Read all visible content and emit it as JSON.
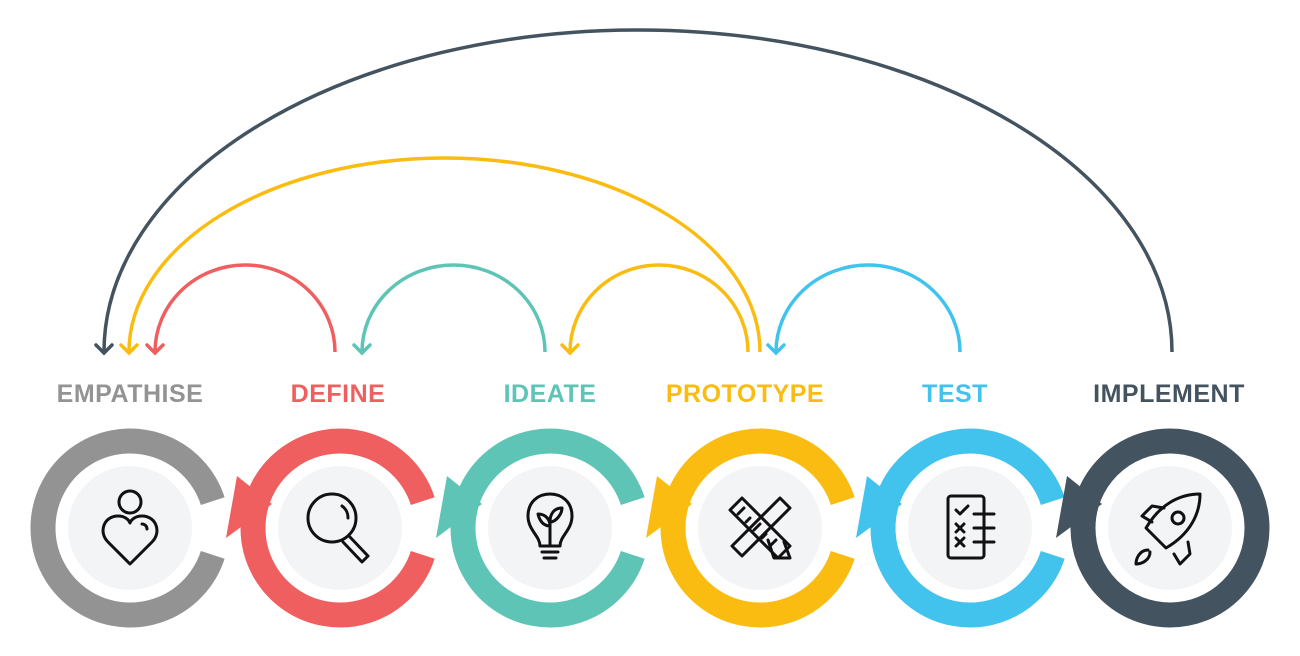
{
  "stages": [
    {
      "label": "EMPATHISE",
      "color": "#939393",
      "icon": "person-heart-icon"
    },
    {
      "label": "DEFINE",
      "color": "#F05F5F",
      "icon": "magnifier-icon"
    },
    {
      "label": "IDEATE",
      "color": "#5EC4B6",
      "icon": "lightbulb-sprout-icon"
    },
    {
      "label": "PROTOTYPE",
      "color": "#FBBC12",
      "icon": "ruler-pencil-icon"
    },
    {
      "label": "TEST",
      "color": "#42C3EE",
      "icon": "checklist-icon"
    },
    {
      "label": "IMPLEMENT",
      "color": "#43535F",
      "icon": "rocket-icon"
    }
  ],
  "loops": [
    {
      "from": "DEFINE",
      "to": "EMPATHISE",
      "color": "#F05F5F"
    },
    {
      "from": "IDEATE",
      "to": "DEFINE",
      "color": "#5EC4B6"
    },
    {
      "from": "PROTOTYPE",
      "to": "IDEATE",
      "color": "#FBBC12"
    },
    {
      "from": "TEST",
      "to": "PROTOTYPE",
      "color": "#42C3EE"
    },
    {
      "from": "PROTOTYPE",
      "to": "EMPATHISE",
      "color": "#FBBC12"
    },
    {
      "from": "IMPLEMENT",
      "to": "EMPATHISE",
      "color": "#43535F"
    }
  ]
}
